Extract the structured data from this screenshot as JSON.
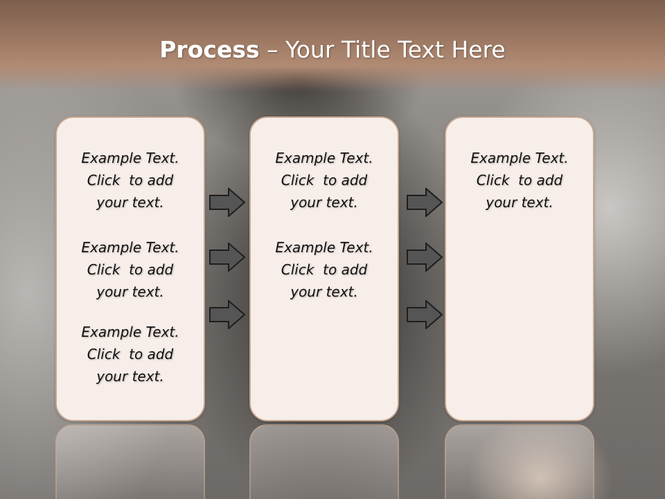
{
  "slide": {
    "title_bold": "Process",
    "title_rest": " – Your Title Text Here"
  },
  "columns": [
    {
      "blocks": [
        {
          "line1": "Example Text.",
          "line2": "Click  to add",
          "line3": "your text."
        },
        {
          "line1": "Example Text.",
          "line2": "Click  to add",
          "line3": "your text."
        },
        {
          "line1": "Example Text.",
          "line2": "Click  to add",
          "line3": "your text."
        }
      ]
    },
    {
      "blocks": [
        {
          "line1": "Example Text.",
          "line2": "Click  to add",
          "line3": "your text."
        },
        {
          "line1": "Example Text.",
          "line2": "Click  to add",
          "line3": "your text."
        }
      ]
    },
    {
      "blocks": [
        {
          "line1": "Example Text.",
          "line2": "Click  to add",
          "line3": "your text."
        }
      ]
    }
  ],
  "arrow_icon": "right-arrow-icon",
  "colors": {
    "header": "#9a7660",
    "card_fill": "#f7eeea",
    "card_border": "#c7a891",
    "arrow_fill": "#555555"
  }
}
